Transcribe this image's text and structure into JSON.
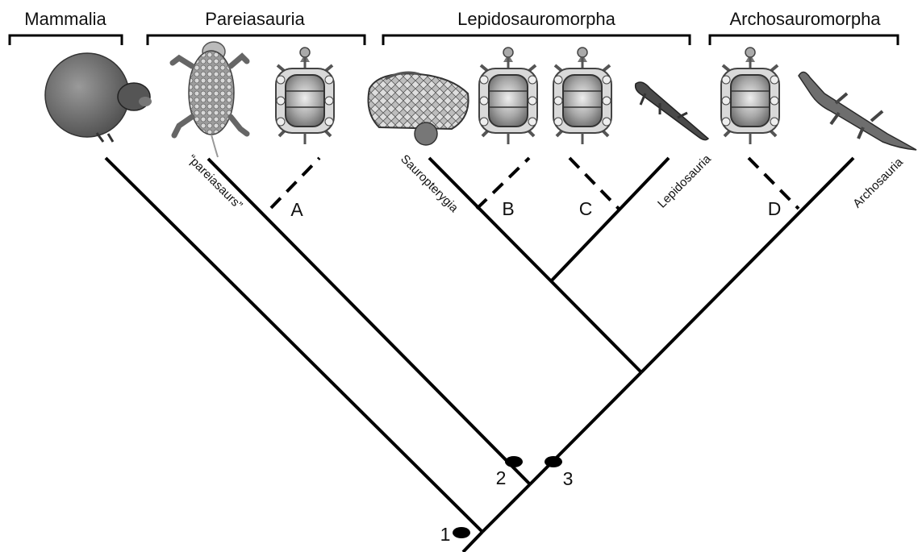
{
  "groups": [
    {
      "id": "mammalia",
      "label": "Mammalia"
    },
    {
      "id": "pareiasauria",
      "label": "Pareiasauria"
    },
    {
      "id": "lepidosauromorpha",
      "label": "Lepidosauromorpha"
    },
    {
      "id": "archosauromorpha",
      "label": "Archosauromorpha"
    }
  ],
  "taxa": {
    "pareiasaurs": "“pareiasaurs”",
    "sauropterygia": "Sauropterygia",
    "lepidosauria": "Lepidosauria",
    "archosauria": "Archosauria"
  },
  "placements": {
    "a": "A",
    "b": "B",
    "c": "C",
    "d": "D"
  },
  "nodes": {
    "n1": "1",
    "n2": "2",
    "n3": "3"
  },
  "colors": {
    "line": "#000000",
    "illustration_shell": "#b0b0b0",
    "illustration_dark": "#6a6a6a",
    "background": "#ffffff"
  },
  "illustrations": [
    "mammal-icon",
    "pareiasaur-icon",
    "turtle-icon",
    "placodont-icon",
    "turtle-icon",
    "turtle-icon",
    "lizard-icon",
    "turtle-icon",
    "crocodile-icon"
  ]
}
